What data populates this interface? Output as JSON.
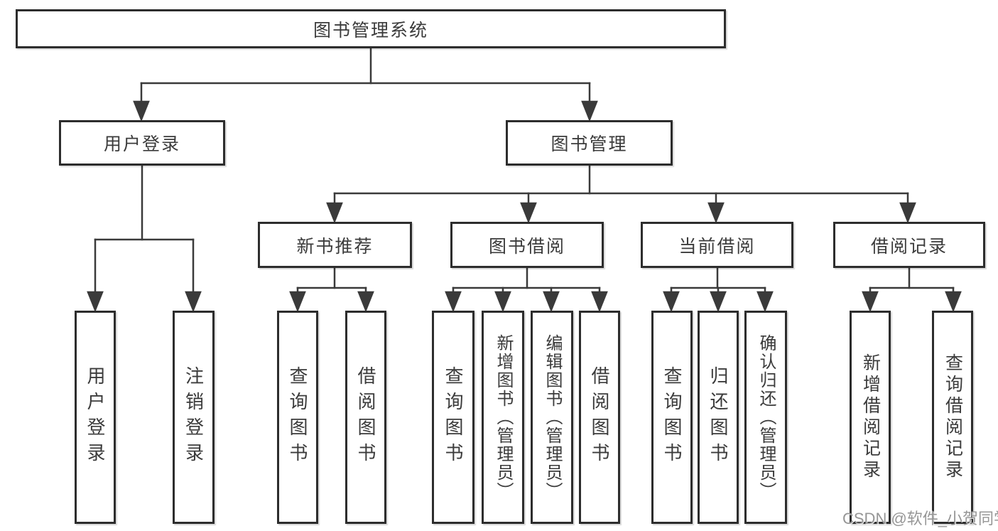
{
  "diagram": {
    "root": {
      "label": "图书管理系统",
      "children": [
        {
          "label": "用户登录",
          "children": [
            {
              "label": "用户登录"
            },
            {
              "label": "注销登录"
            }
          ]
        },
        {
          "label": "图书管理",
          "children": [
            {
              "label": "新书推荐",
              "children": [
                {
                  "label": "查询图书"
                },
                {
                  "label": "借阅图书"
                }
              ]
            },
            {
              "label": "图书借阅",
              "children": [
                {
                  "label": "查询图书"
                },
                {
                  "label": "新增图书（管理员）"
                },
                {
                  "label": "编辑图书（管理员）"
                },
                {
                  "label": "借阅图书"
                }
              ]
            },
            {
              "label": "当前借阅",
              "children": [
                {
                  "label": "查询图书"
                },
                {
                  "label": "归还图书"
                },
                {
                  "label": "确认归还（管理员）"
                }
              ]
            },
            {
              "label": "借阅记录",
              "children": [
                {
                  "label": "新增借阅记录"
                },
                {
                  "label": "查询借阅记录"
                }
              ]
            }
          ]
        }
      ]
    }
  },
  "watermark": {
    "text": "CSDN @软件_小贺同学"
  },
  "colors": {
    "line": "#3a3a3a",
    "box_border": "#2d2d2d",
    "text": "#3b3b3b",
    "background": "#ffffff",
    "watermark": "#969696"
  }
}
